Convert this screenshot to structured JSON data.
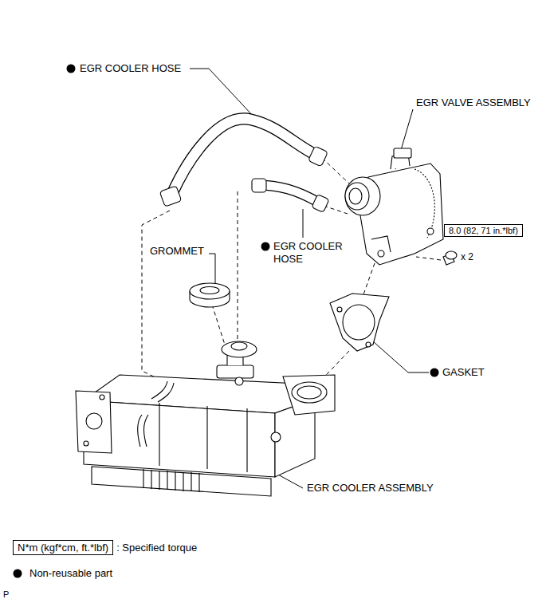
{
  "diagram": {
    "nodes": [
      {
        "text": [
          "8.0 (82, 71 in.*lbf)"
        ]
      },
      {
        "text": [
          "N*m (kgf*cm, ft.*lbf)"
        ]
      }
    ],
    "edges": [],
    "labels": [
      "EGR COOLER HOSE",
      "EGR VALVE ASSEMBLY",
      "GROMMET",
      "EGR COOLER HOSE",
      "GASKET",
      "EGR COOLER ASSEMBLY",
      "x 2",
      "P"
    ],
    "legend": [
      {
        "text": ": Specified torque"
      },
      {
        "text": "Non-reusable part"
      }
    ]
  }
}
